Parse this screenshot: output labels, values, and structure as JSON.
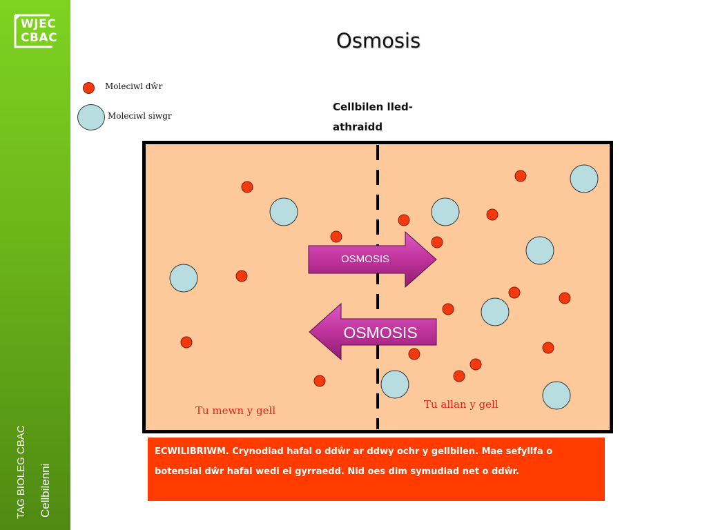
{
  "sidebar": {
    "logo_line1": "WJEC",
    "logo_line2": "CBAC",
    "subject": "TAG BIOLEG CBAC",
    "topic": "Cellbilenni",
    "gradient_top": "#7ed321",
    "gradient_bottom": "#4f8a12"
  },
  "title": "Osmosis",
  "legend": {
    "water_label": "Moleciwl dŵr",
    "sugar_label": "Moleciwl siwgr"
  },
  "membrane_label_line1": "Cellbilen lled-",
  "membrane_label_line2": "athraidd",
  "arrows": {
    "right_label": "OSMOSIS",
    "left_label": "OSMOSIS"
  },
  "regions": {
    "inside_label": "Tu mewn y gell",
    "outside_label": "Tu allan y gell"
  },
  "info_line1": "ECWILIBRIWM. Crynodiad hafal o ddŵr ar ddwy ochr y gellbilen. Mae sefyllfa o",
  "info_line2": "botensial dŵr hafal wedi ei gyrraedd. Nid oes dim symudiad net o ddŵr.",
  "colors": {
    "water": "#f23a0e",
    "sugar": "#b8dde0",
    "box_fill": "#fdc99b",
    "arrow": "#c0329c",
    "info_bg": "#ff3b00",
    "label_red": "#e0231a"
  }
}
